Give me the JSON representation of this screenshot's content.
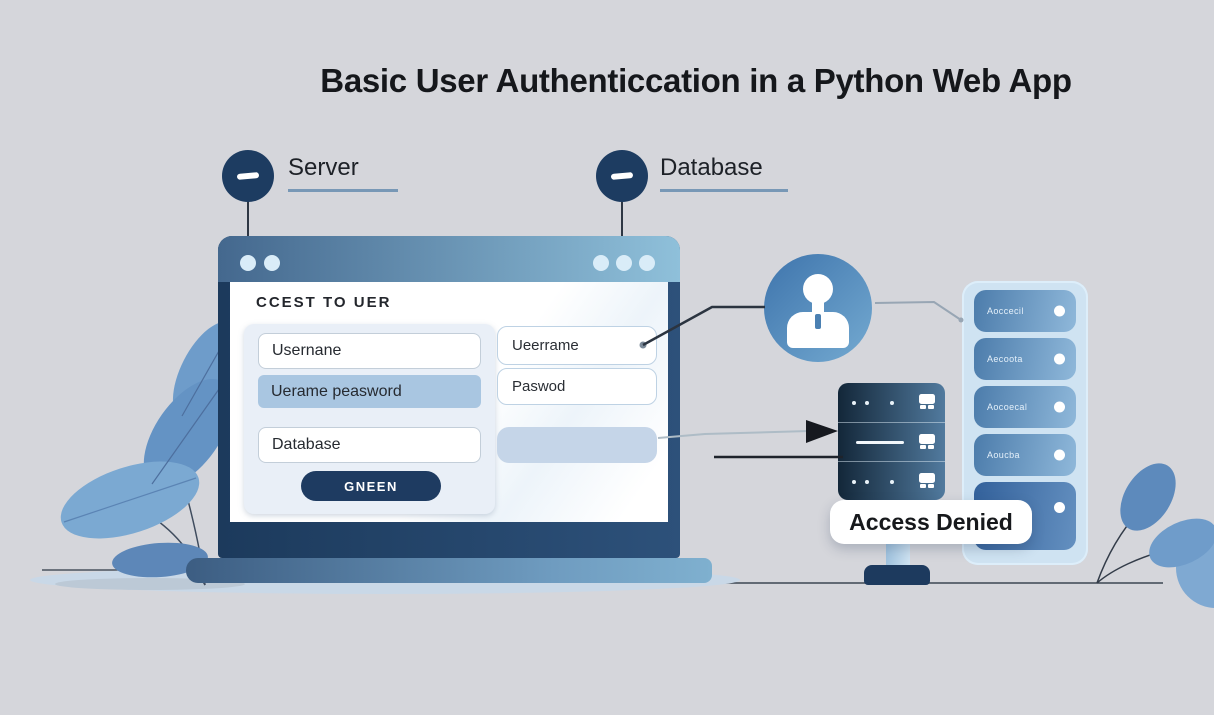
{
  "title": "Basic User Authenticcation in a Python Web App",
  "nodes": {
    "server": {
      "label": "Server",
      "icon": "dash-icon"
    },
    "database": {
      "label": "Database",
      "icon": "dash-icon"
    }
  },
  "browser_window": {
    "heading": "CCEST TO UER",
    "login_card": {
      "username_field": "Usernane",
      "password_field": "Uerame peasword",
      "database_field": "Database",
      "submit_button": "GNEEN"
    },
    "side_form": {
      "username_field": "Ueerrame",
      "password_field": "Paswod"
    }
  },
  "user_node": {
    "icon": "person-icon"
  },
  "server_rack": {
    "icon": "server-icon"
  },
  "status": {
    "access_denied": "Access Denied"
  },
  "database_stack": {
    "rows": [
      {
        "label": "Aoccecil"
      },
      {
        "label": "Aecoota"
      },
      {
        "label": "Aocoecal"
      },
      {
        "label": "Aoucba"
      },
      {
        "label": ""
      }
    ]
  },
  "colors": {
    "background": "#d5d6db",
    "navy": "#1d3b60",
    "accent_blue": "#5d8abc",
    "window_header_start": "#44688e",
    "window_header_end": "#8fc0da",
    "filled_field": "#a9c6e1",
    "denied_card": "#ffffff",
    "leaf_blue": "#6493c4"
  }
}
